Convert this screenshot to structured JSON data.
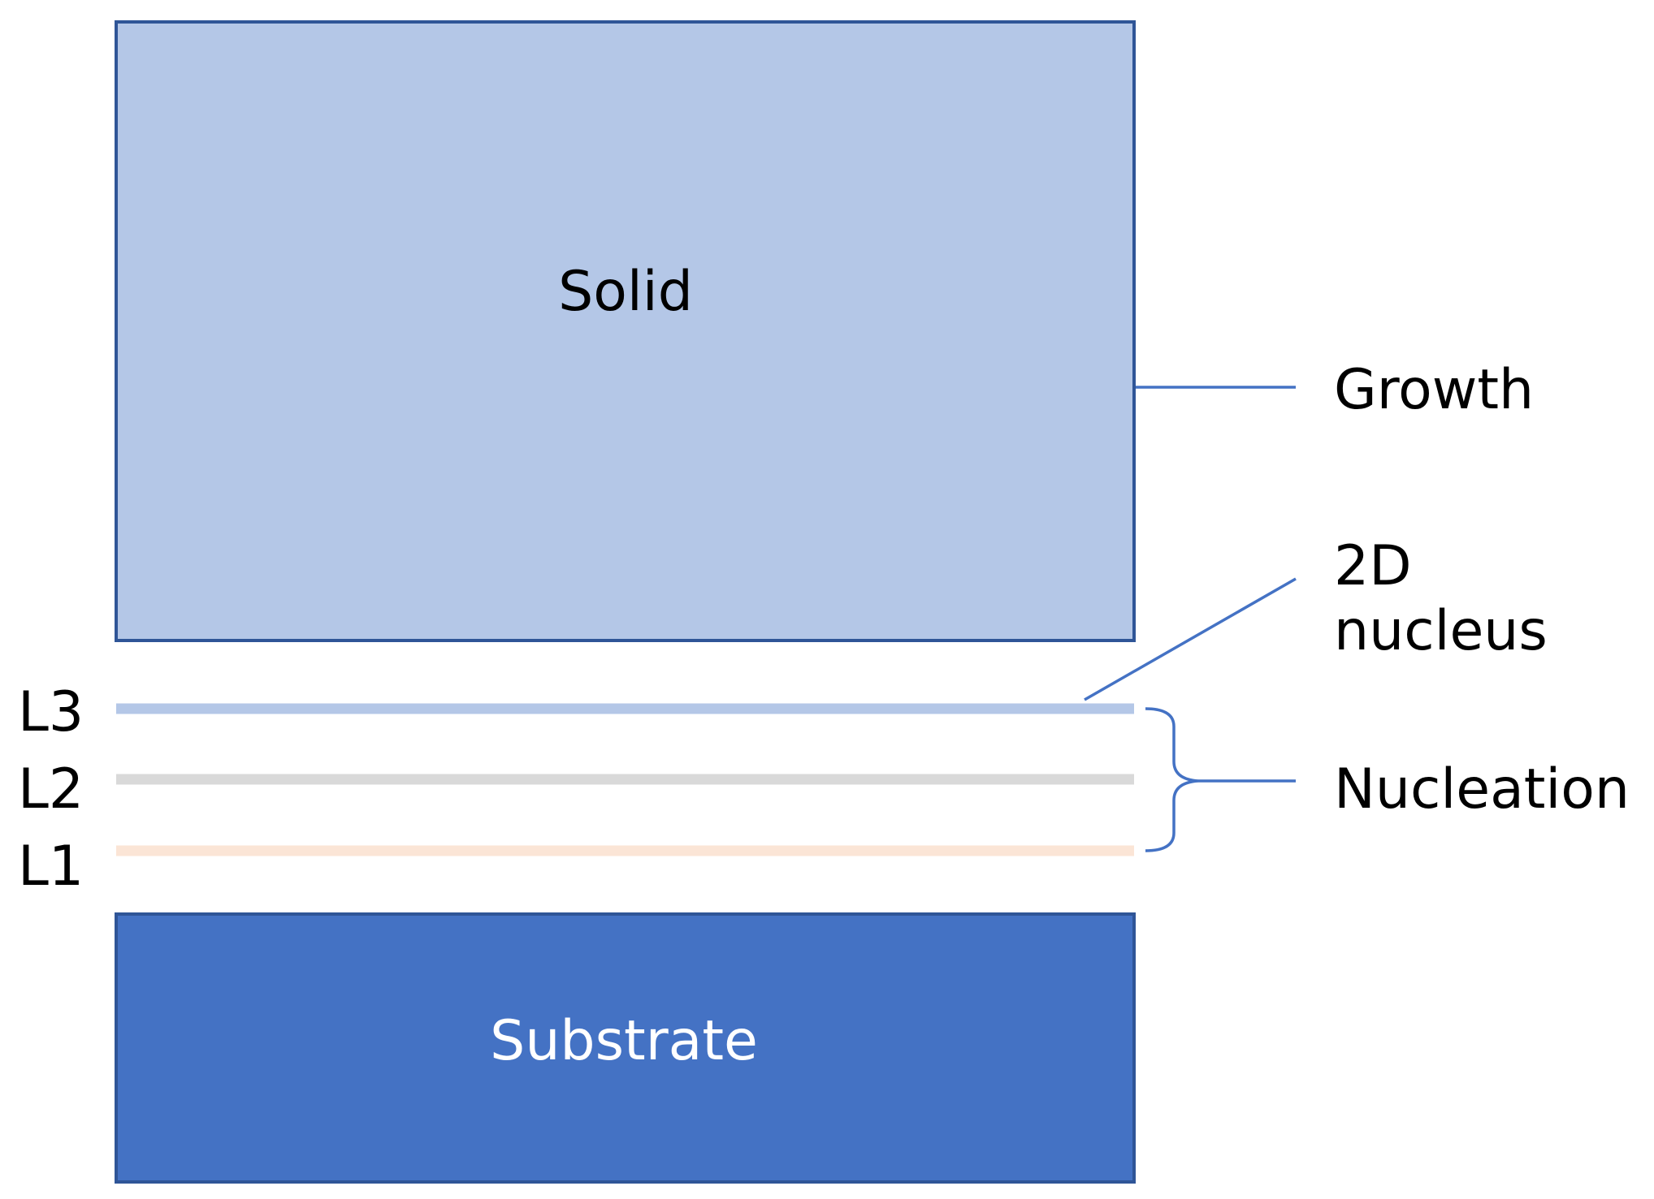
{
  "colors": {
    "solid_fill": "#b4c7e7",
    "block_border": "#2f5597",
    "substrate_fill": "#4472c4",
    "connector": "#4472c4",
    "layer_l3": "#b4c7e7",
    "layer_l2": "#d9d9d9",
    "layer_l1": "#fbe5d6",
    "text": "#000000",
    "text_on_dark": "#ffffff"
  },
  "blocks": {
    "solid_label": "Solid",
    "substrate_label": "Substrate"
  },
  "layers": {
    "l3": "L3",
    "l2": "L2",
    "l1": "L1"
  },
  "annotations": {
    "growth": "Growth",
    "nucleus_line1": "2D",
    "nucleus_line2": "nucleus",
    "nucleation": "Nucleation"
  }
}
